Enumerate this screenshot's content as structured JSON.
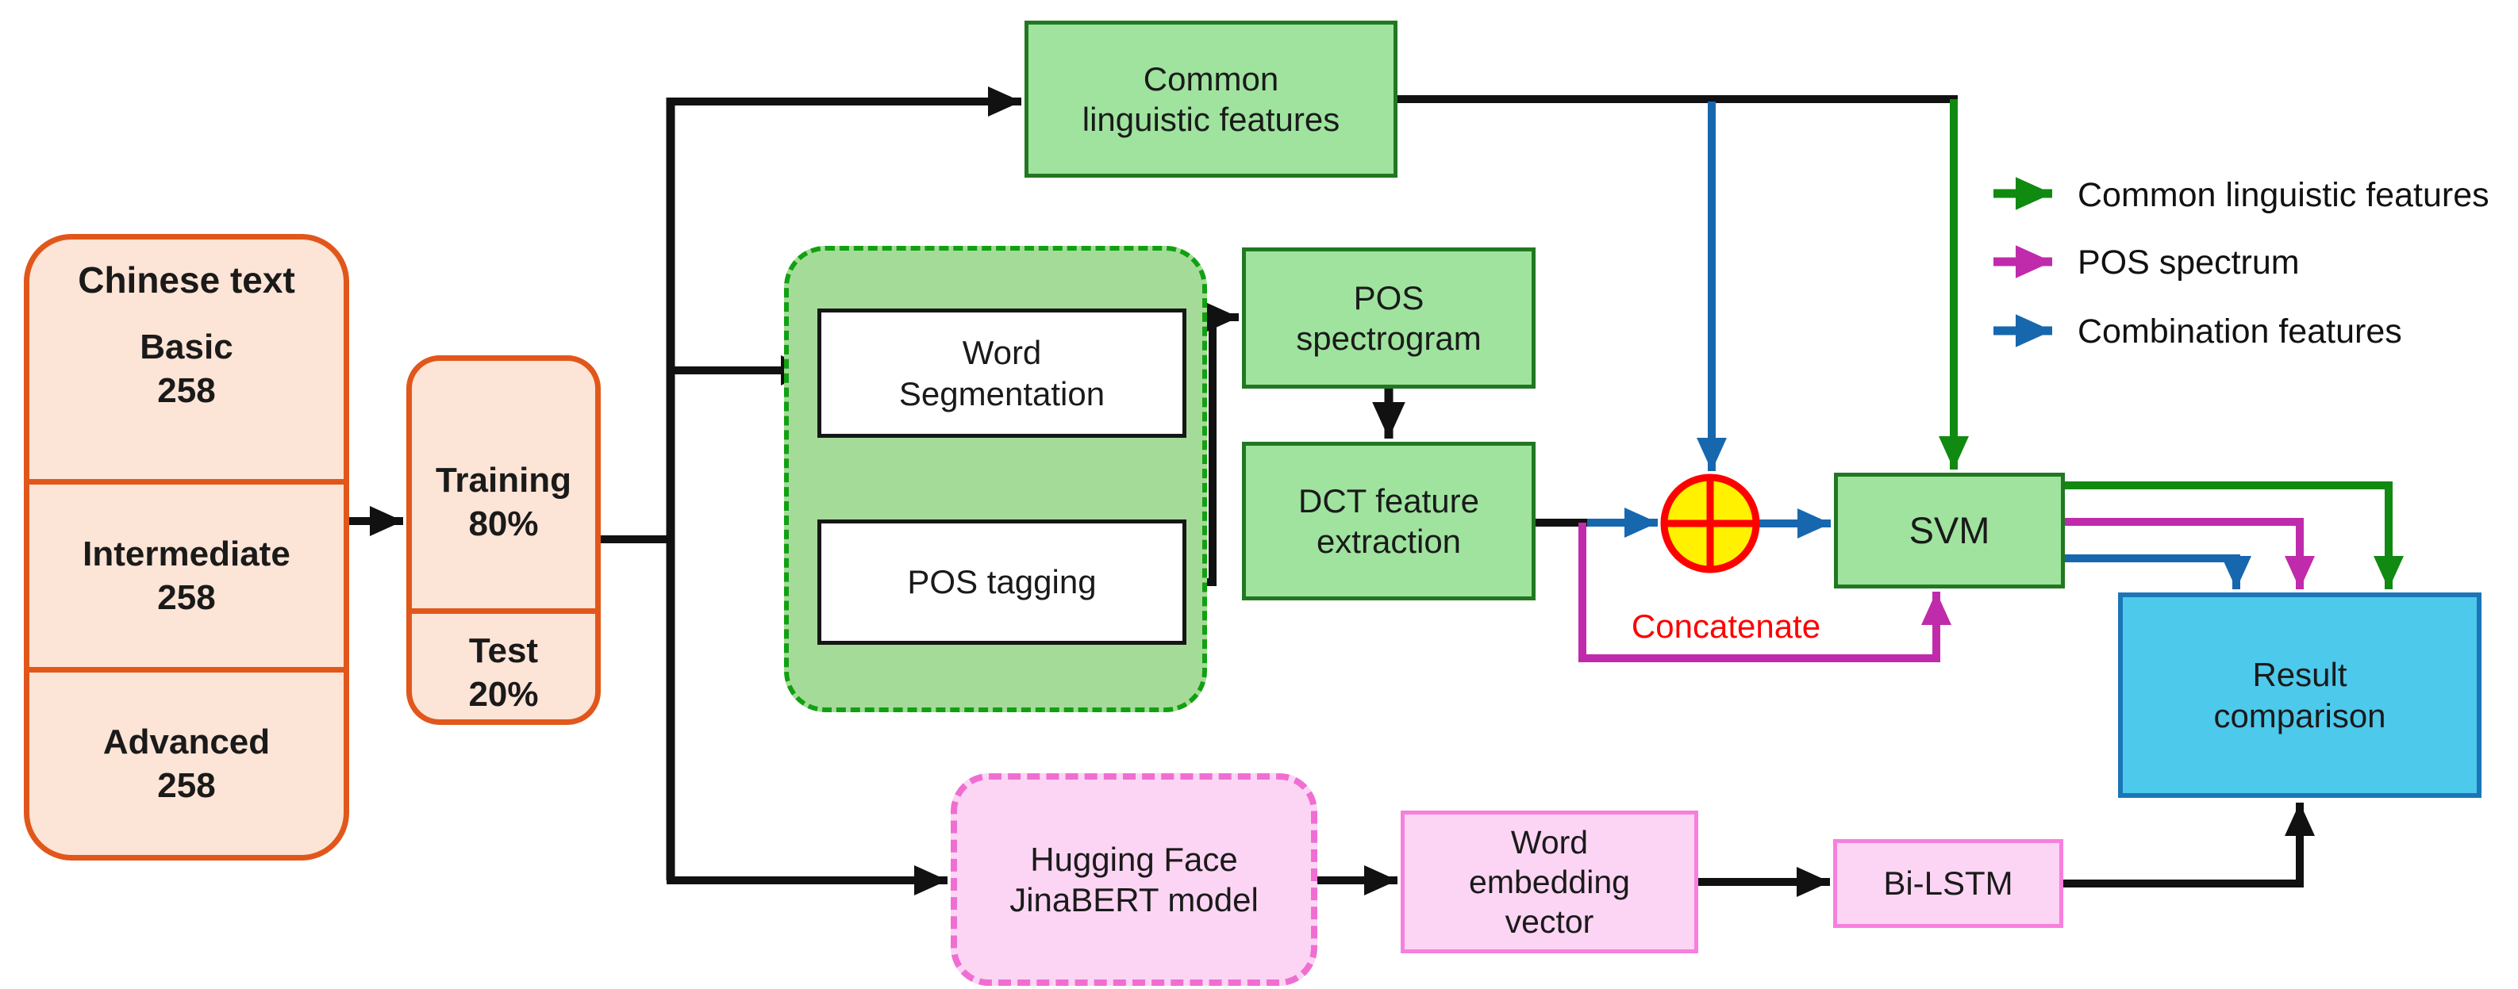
{
  "dataset": {
    "title": "Chinese text",
    "sections": [
      {
        "level": "Basic",
        "count": "258"
      },
      {
        "level": "Intermediate",
        "count": "258"
      },
      {
        "level": "Advanced",
        "count": "258"
      }
    ]
  },
  "split": {
    "training": "Training\n80%",
    "test": "Test\n20%"
  },
  "nodes": {
    "common": "Common\nlinguistic features",
    "word_segmentation": "Word\nSegmentation",
    "pos_tagging": "POS tagging",
    "pos_spectrogram": "POS\nspectrogram",
    "dct": "DCT feature\nextraction",
    "svm": "SVM",
    "concatenate": "Concatenate",
    "result": "Result\ncomparison",
    "huggingface": "Hugging Face\nJinaBERT model",
    "word_embedding": "Word\nembedding\nvector",
    "bilstm": "Bi-LSTM"
  },
  "legend": {
    "items": [
      {
        "label": "Common linguistic features",
        "color": "#108A10"
      },
      {
        "label": "POS spectrum",
        "color": "#C02BAC"
      },
      {
        "label": "Combination features",
        "color": "#1767AF"
      }
    ]
  },
  "colors": {
    "flow_black": "#111111",
    "common_green": "#108A10",
    "pos_magenta": "#C02BAC",
    "combination_blue": "#1767AF",
    "green_fill": "#9FE39F",
    "green_border": "#217821",
    "container_fill": "#A5DB98",
    "container_border": "#11A011",
    "orange_fill": "#FCE4D6",
    "orange_border": "#E1571B",
    "pink_fill": "#FBD5F3",
    "pink_border": "#F77FDD",
    "pink_dash_border": "#F06ED2",
    "cyan_fill": "#4DC9EC",
    "cyan_border": "#1B76B8",
    "concat_yellow": "#FFF100",
    "concat_red": "#FF0000"
  }
}
